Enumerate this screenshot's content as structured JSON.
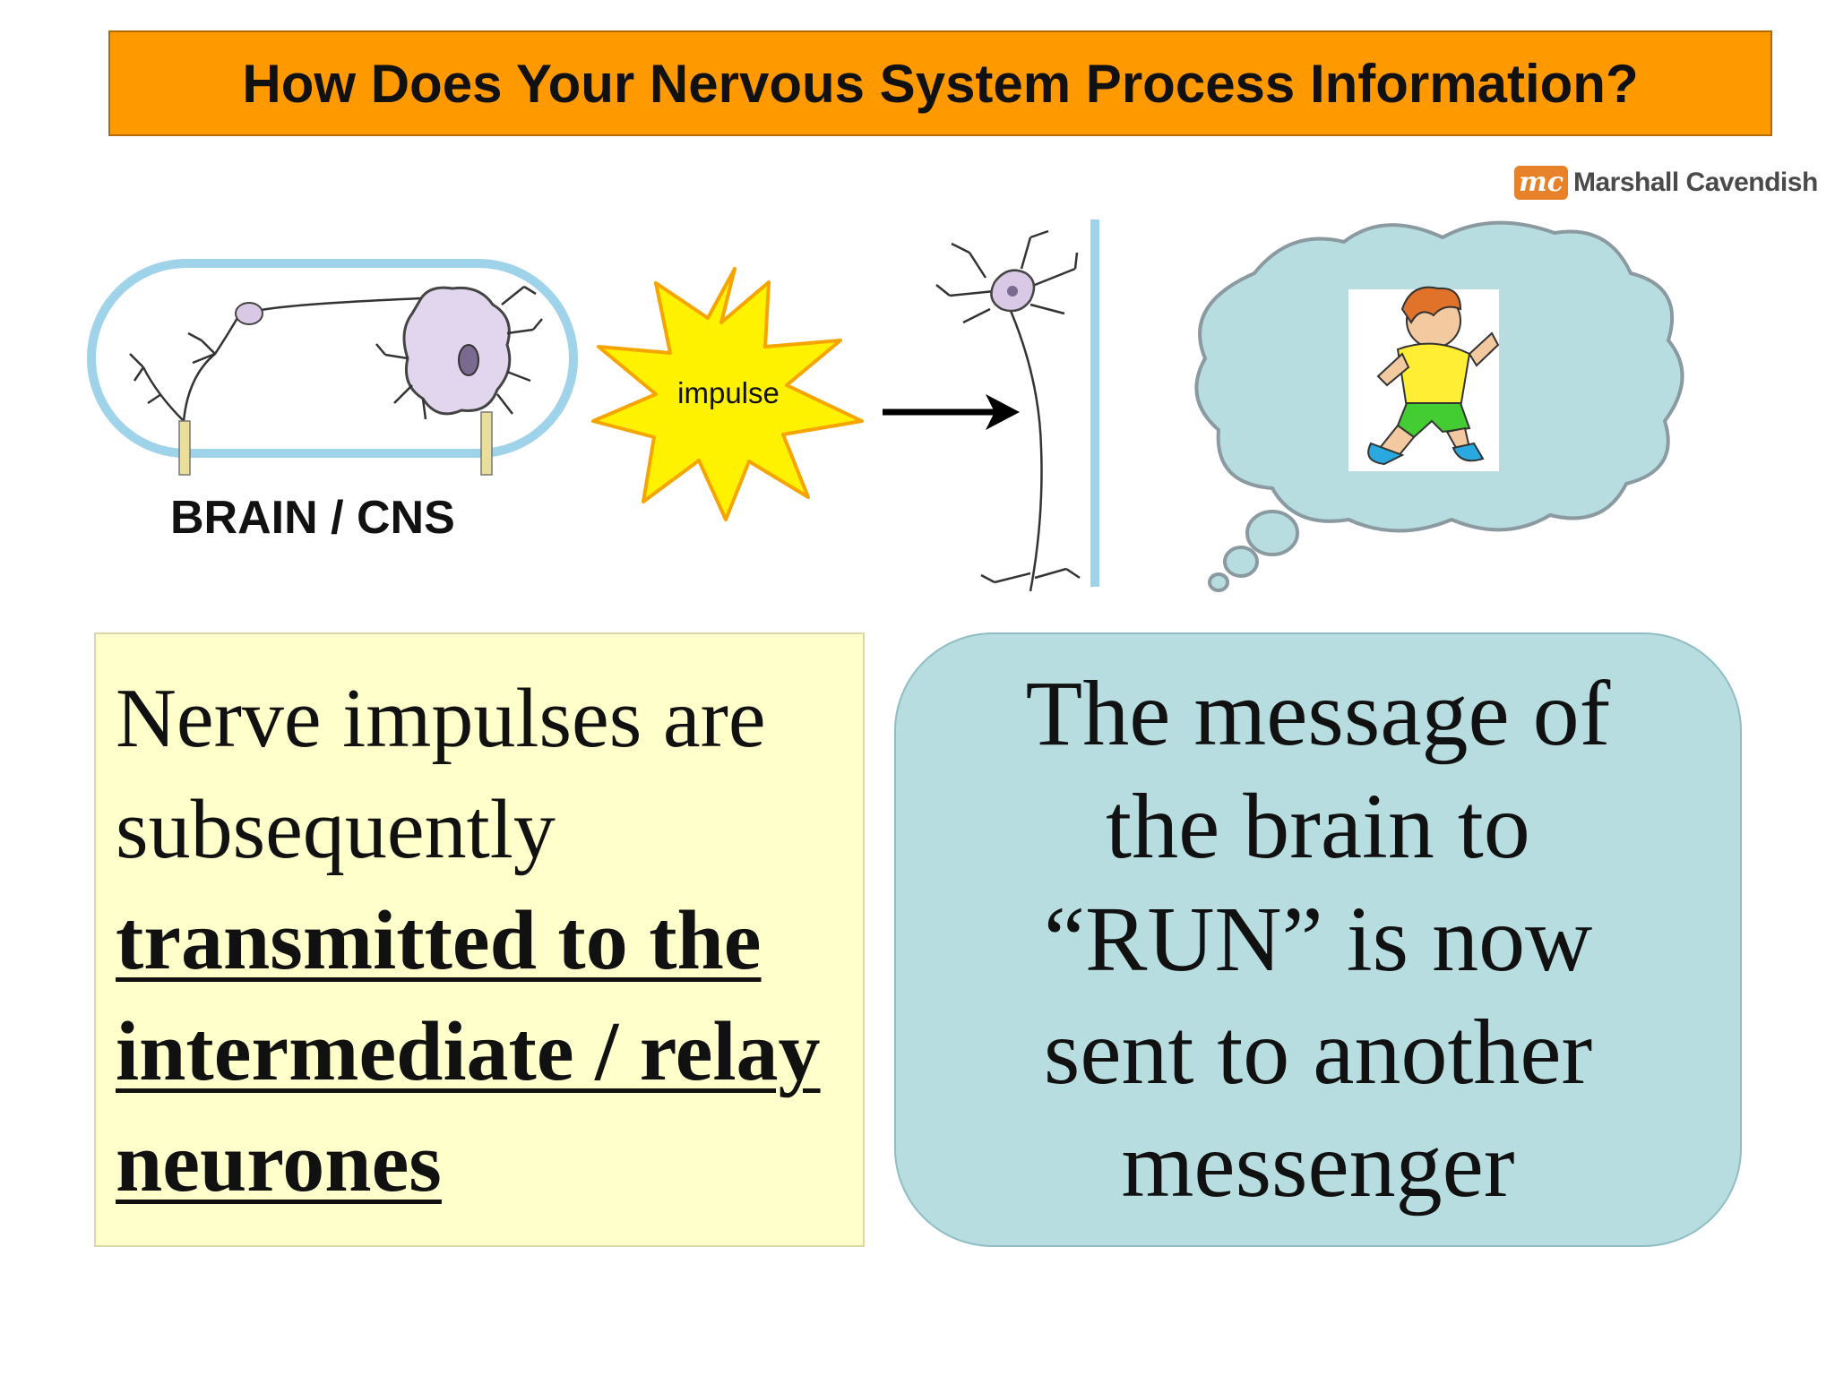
{
  "title": "How Does Your Nervous System Process Information?",
  "publisher": {
    "logo_mark": "mc",
    "name": "Marshall Cavendish"
  },
  "diagram": {
    "brain_label": "BRAIN / CNS",
    "impulse_label": "impulse"
  },
  "left_box": {
    "text_plain": "Nerve impulses are subsequently ",
    "text_bold": "transmitted to the intermediate / relay neurones"
  },
  "right_box": {
    "text": "The message of the brain to “RUN” is now sent to another messenger"
  },
  "colors": {
    "title_bg": "#ff9900",
    "left_box_bg": "#ffffcc",
    "right_box_bg": "#b7dde0",
    "cloud_fill": "#b7dde0",
    "burst_fill": "#fff200"
  }
}
